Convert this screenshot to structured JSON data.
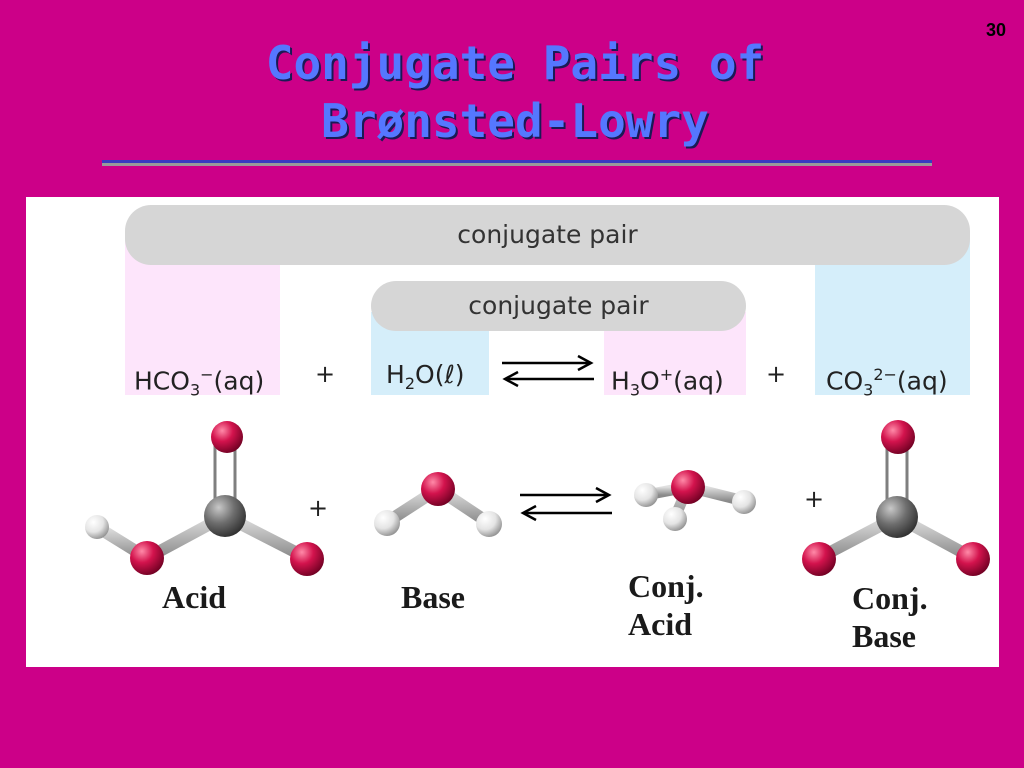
{
  "slide": {
    "number": "30",
    "title_line1": "Conjugate Pairs of",
    "title_line2": "Brønsted-Lowry"
  },
  "equation": {
    "outer_pair_label": "conjugate pair",
    "inner_pair_label": "conjugate pair",
    "species": [
      {
        "base": "HCO",
        "sub": "3",
        "sup": "−",
        "state": "(aq)"
      },
      {
        "base": "H",
        "sub": "2",
        "mid": "O",
        "state": "(ℓ)"
      },
      {
        "base": "H",
        "sub": "3",
        "mid": "O",
        "sup": "+",
        "state": "(aq)"
      },
      {
        "base": "CO",
        "sub": "3",
        "sup": "2−",
        "state": "(aq)"
      }
    ],
    "plus": "+"
  },
  "molecules": {
    "plus": "+",
    "acid_label": "Acid",
    "base_label": "Base",
    "conj_acid_line1": "Conj.",
    "conj_acid_line2": "Acid",
    "conj_base_line1": "Conj.",
    "conj_base_line2": "Base"
  },
  "colors": {
    "background": "#cc0088",
    "title": "#5577ff",
    "oxygen": "#d3134d",
    "carbon": "#6e6e6e",
    "hydrogen": "#e6e6e6",
    "pink_column": "#fde5fb",
    "blue_column": "#d5eefa"
  }
}
